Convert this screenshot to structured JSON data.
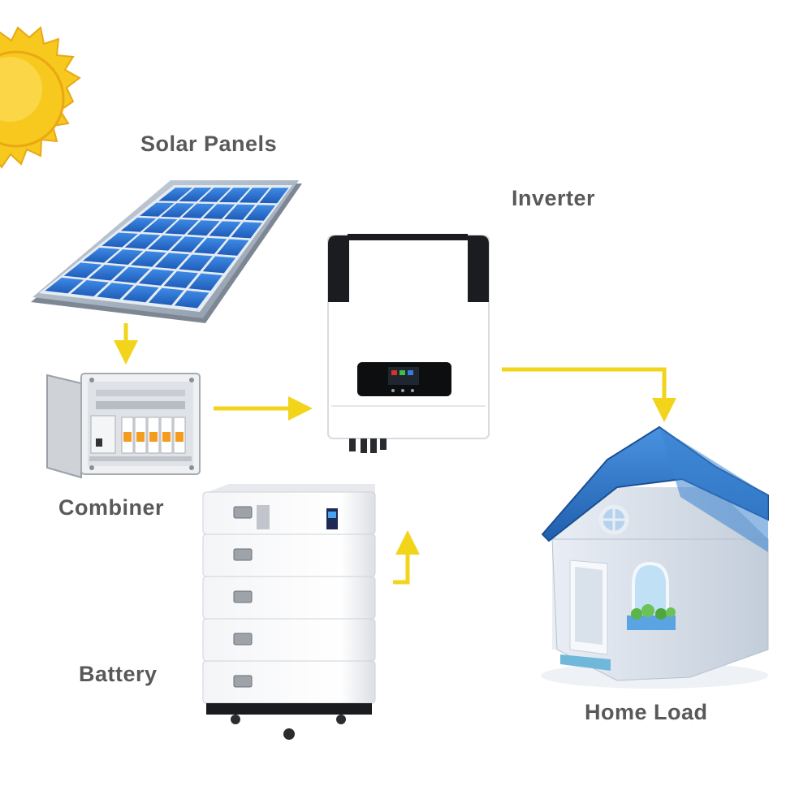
{
  "labels": {
    "solar_panels": "Solar Panels",
    "inverter": "Inverter",
    "combiner": "Combiner",
    "battery": "Battery",
    "home_load": "Home Load"
  },
  "colors": {
    "arrow": "#f2d41b",
    "sun": "#f7c81e",
    "panel_cell": "#2f76d6",
    "roof": "#2d74c4",
    "label_text": "#595959"
  },
  "icons": [
    "sun-icon",
    "solar-panel-icon",
    "combiner-box-icon",
    "inverter-icon",
    "battery-stack-icon",
    "house-icon"
  ]
}
